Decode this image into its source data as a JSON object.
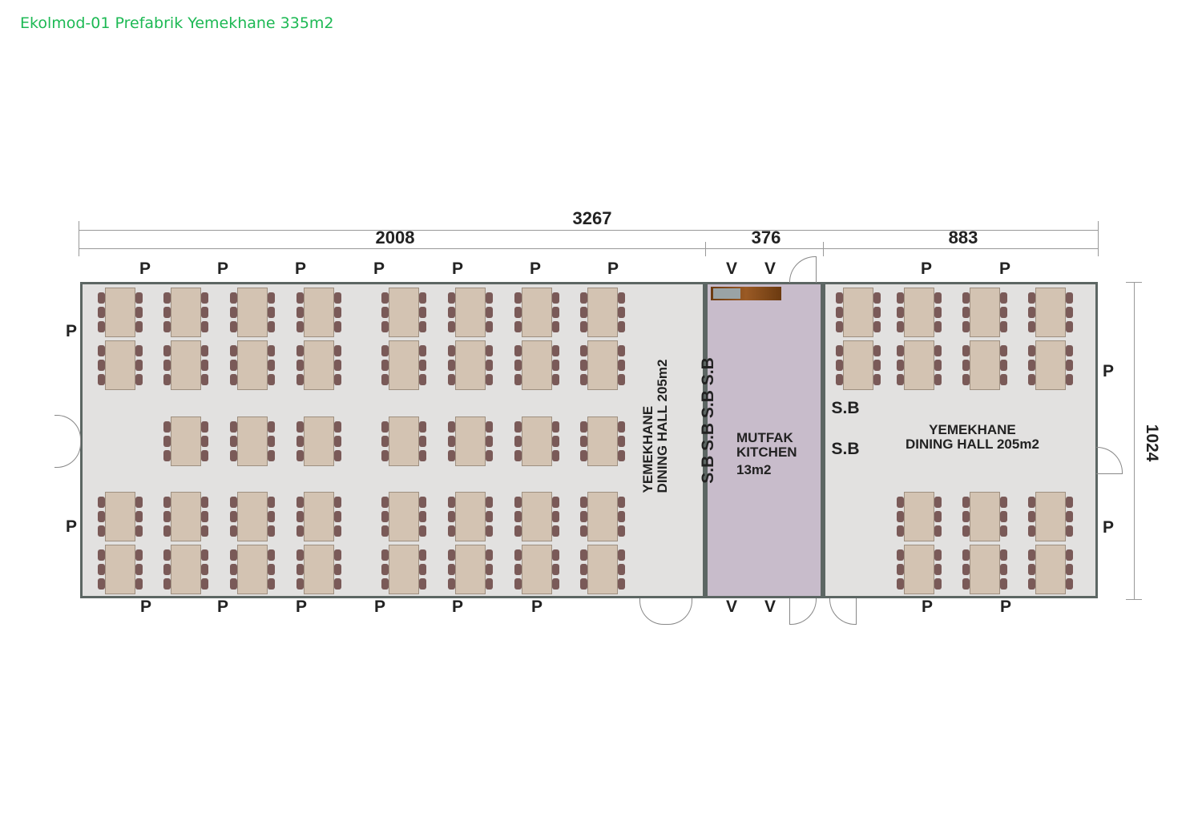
{
  "title": "Ekolmod-01 Prefabrik Yemekhane 335m2",
  "dimensions": {
    "total": "3267",
    "left": "2008",
    "middle": "376",
    "right": "883",
    "height": "1024"
  },
  "rooms": {
    "left_hall": {
      "line1": "YEMEKHANE",
      "line2": "DINING HALL 205m2"
    },
    "kitchen": {
      "line1": "MUTFAK",
      "line2": "KITCHEN",
      "line3": "13m2"
    },
    "right_hall": {
      "line1": "YEMEKHANE",
      "line2": "DINING HALL 205m2"
    }
  },
  "labels": {
    "window": "P",
    "vent": "V",
    "sb": "S.B",
    "sb_vertical": "S.B S.B S.B S.B"
  },
  "colors": {
    "title": "#1db954",
    "hall": "#e2e1e0",
    "kitchen": "#c8bccb",
    "table": "#d3c3b2",
    "chair": "#7a5a58",
    "wall": "#5c6663"
  }
}
